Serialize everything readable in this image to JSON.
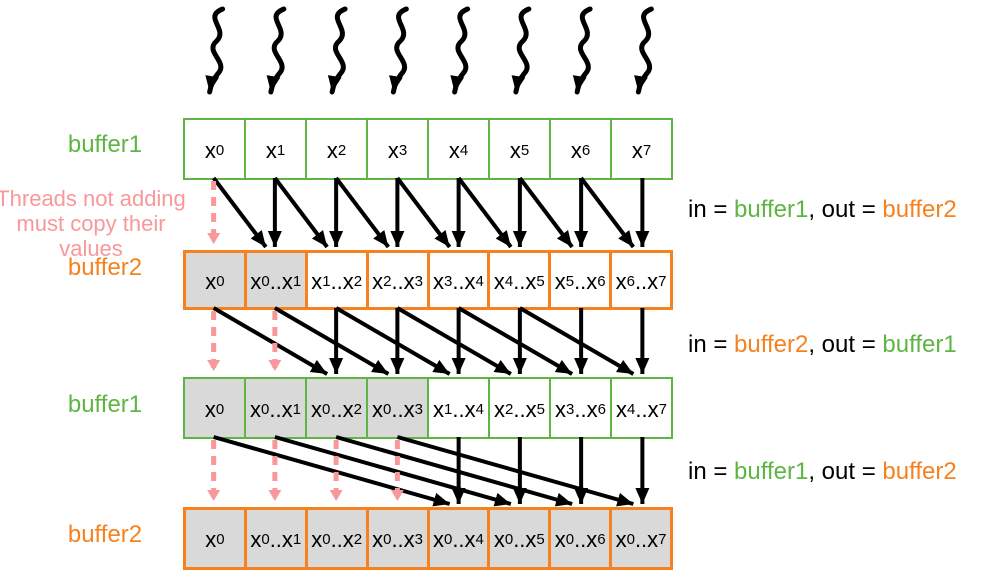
{
  "colors": {
    "green": "#5fb544",
    "orange": "#f5821f",
    "pink": "#f8989a",
    "black": "#000000",
    "gray_fill": "#d9d9d9",
    "white_fill": "#ffffff"
  },
  "threads": {
    "count": 8,
    "icon": "thread-squiggle-arrow-down"
  },
  "annotation": {
    "lines": [
      "Threads not adding",
      "must copy their",
      "values"
    ],
    "color_key": "pink"
  },
  "rows": [
    {
      "label": "buffer1",
      "color_key": "green",
      "cells": [
        {
          "text": "x0",
          "gray": false
        },
        {
          "text": "x1",
          "gray": false
        },
        {
          "text": "x2",
          "gray": false
        },
        {
          "text": "x3",
          "gray": false
        },
        {
          "text": "x4",
          "gray": false
        },
        {
          "text": "x5",
          "gray": false
        },
        {
          "text": "x6",
          "gray": false
        },
        {
          "text": "x7",
          "gray": false
        }
      ]
    },
    {
      "label": "buffer2",
      "color_key": "orange",
      "cells": [
        {
          "text": "x0",
          "gray": true
        },
        {
          "text": "x0..x1",
          "gray": true
        },
        {
          "text": "x1..x2",
          "gray": false
        },
        {
          "text": "x2..x3",
          "gray": false
        },
        {
          "text": "x3..x4",
          "gray": false
        },
        {
          "text": "x4..x5",
          "gray": false
        },
        {
          "text": "x5..x6",
          "gray": false
        },
        {
          "text": "x6..x7",
          "gray": false
        }
      ]
    },
    {
      "label": "buffer1",
      "color_key": "green",
      "cells": [
        {
          "text": "x0",
          "gray": true
        },
        {
          "text": "x0..x1",
          "gray": true
        },
        {
          "text": "x0..x2",
          "gray": true
        },
        {
          "text": "x0..x3",
          "gray": true
        },
        {
          "text": "x1..x4",
          "gray": false
        },
        {
          "text": "x2..x5",
          "gray": false
        },
        {
          "text": "x3..x6",
          "gray": false
        },
        {
          "text": "x4..x7",
          "gray": false
        }
      ]
    },
    {
      "label": "buffer2",
      "color_key": "orange",
      "cells": [
        {
          "text": "x0",
          "gray": true
        },
        {
          "text": "x0..x1",
          "gray": true
        },
        {
          "text": "x0..x2",
          "gray": true
        },
        {
          "text": "x0..x3",
          "gray": true
        },
        {
          "text": "x0..x4",
          "gray": true
        },
        {
          "text": "x0..x5",
          "gray": true
        },
        {
          "text": "x0..x6",
          "gray": true
        },
        {
          "text": "x0..x7",
          "gray": true
        }
      ]
    }
  ],
  "steps": [
    {
      "stride": 1,
      "from_row": 0,
      "to_row": 1,
      "copy_arrows": 1,
      "equation": [
        {
          "text": "in = ",
          "color_key": "black"
        },
        {
          "text": "buffer1",
          "color_key": "green"
        },
        {
          "text": ", out = ",
          "color_key": "black"
        },
        {
          "text": "buffer2",
          "color_key": "orange"
        }
      ]
    },
    {
      "stride": 2,
      "from_row": 1,
      "to_row": 2,
      "copy_arrows": 2,
      "equation": [
        {
          "text": "in = ",
          "color_key": "black"
        },
        {
          "text": "buffer2",
          "color_key": "orange"
        },
        {
          "text": ", out = ",
          "color_key": "black"
        },
        {
          "text": "buffer1",
          "color_key": "green"
        }
      ]
    },
    {
      "stride": 4,
      "from_row": 2,
      "to_row": 3,
      "copy_arrows": 4,
      "equation": [
        {
          "text": "in = ",
          "color_key": "black"
        },
        {
          "text": "buffer1",
          "color_key": "green"
        },
        {
          "text": ", out = ",
          "color_key": "black"
        },
        {
          "text": "buffer2",
          "color_key": "orange"
        }
      ]
    }
  ]
}
